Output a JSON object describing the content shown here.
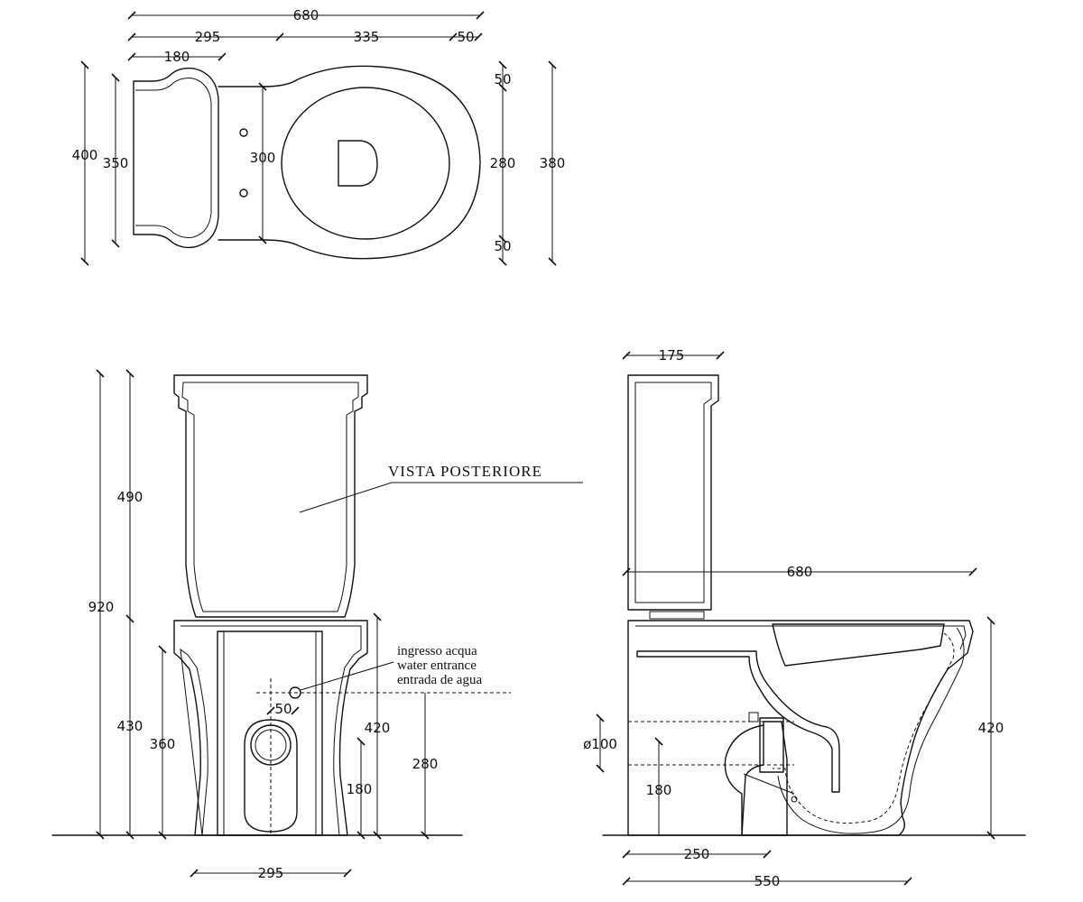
{
  "views": {
    "posterior": {
      "title": "VISTA   POSTERIORE",
      "water_entrance": [
        "ingresso acqua",
        "water entrance",
        "entrada de agua"
      ]
    }
  },
  "dimensions": {
    "top": {
      "overall_length": "680",
      "tank_section": "295",
      "bowl_section": "335",
      "front_offset": "50",
      "tank_depth": "180",
      "overall_width": "400",
      "tank_width": "350",
      "neck_width": "300",
      "seat_width": "280",
      "bowl_width": "380",
      "seat_margin_top": "50",
      "seat_margin_bottom": "50"
    },
    "rear": {
      "total_height": "920",
      "tank_height": "490",
      "bowl_height": "430",
      "foot_height": "360",
      "inlet_diameter": "50",
      "seat_height": "420",
      "inlet_height": "280",
      "outlet_height": "180",
      "base_width": "295"
    },
    "side": {
      "tank_depth": "175",
      "overall_length": "680",
      "outlet_diameter": "ø100",
      "outlet_height": "180",
      "seat_height": "420",
      "outlet_distance": "250",
      "base_length": "550"
    }
  }
}
